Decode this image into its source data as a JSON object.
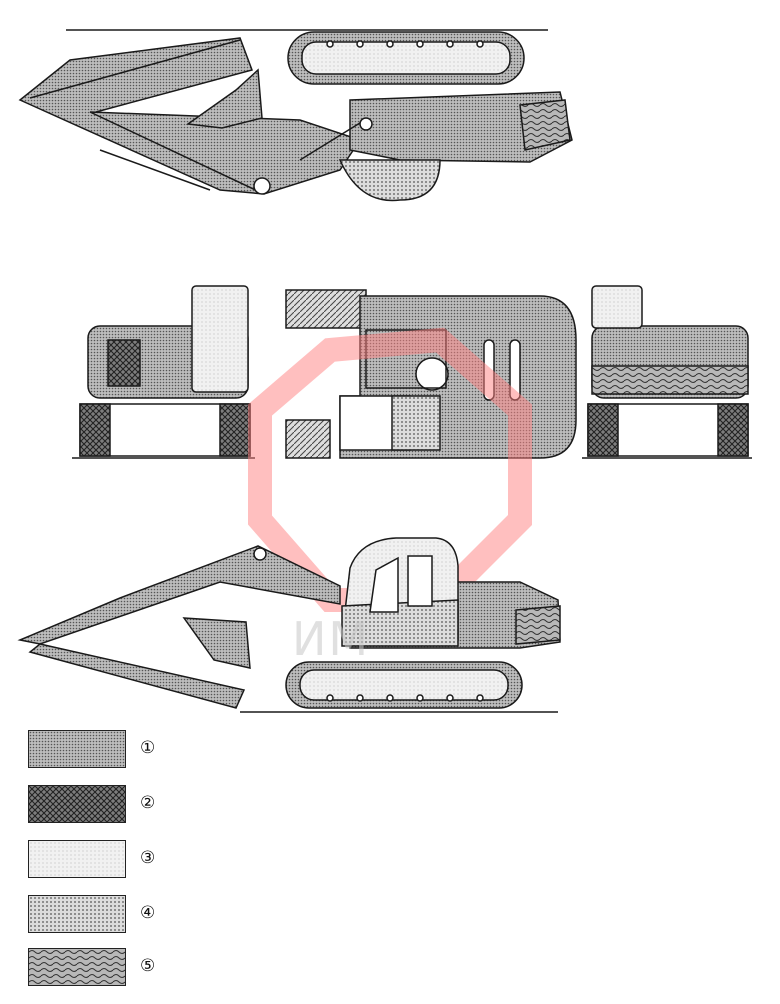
{
  "legend": {
    "items": [
      {
        "id": "1",
        "label": "①",
        "pattern": "fine-dot"
      },
      {
        "id": "2",
        "label": "②",
        "pattern": "cross-hatch"
      },
      {
        "id": "3",
        "label": "③",
        "pattern": "light-grain"
      },
      {
        "id": "4",
        "label": "④",
        "pattern": "medium-dot"
      },
      {
        "id": "5",
        "label": "⑤",
        "pattern": "wave"
      }
    ]
  },
  "watermark": {
    "text": "ИМ",
    "color": "#e63333"
  },
  "colors": {
    "line": "#1a1a1a",
    "fill_main": "#b5b5b5",
    "fill_cab": "#d6d6d6"
  }
}
